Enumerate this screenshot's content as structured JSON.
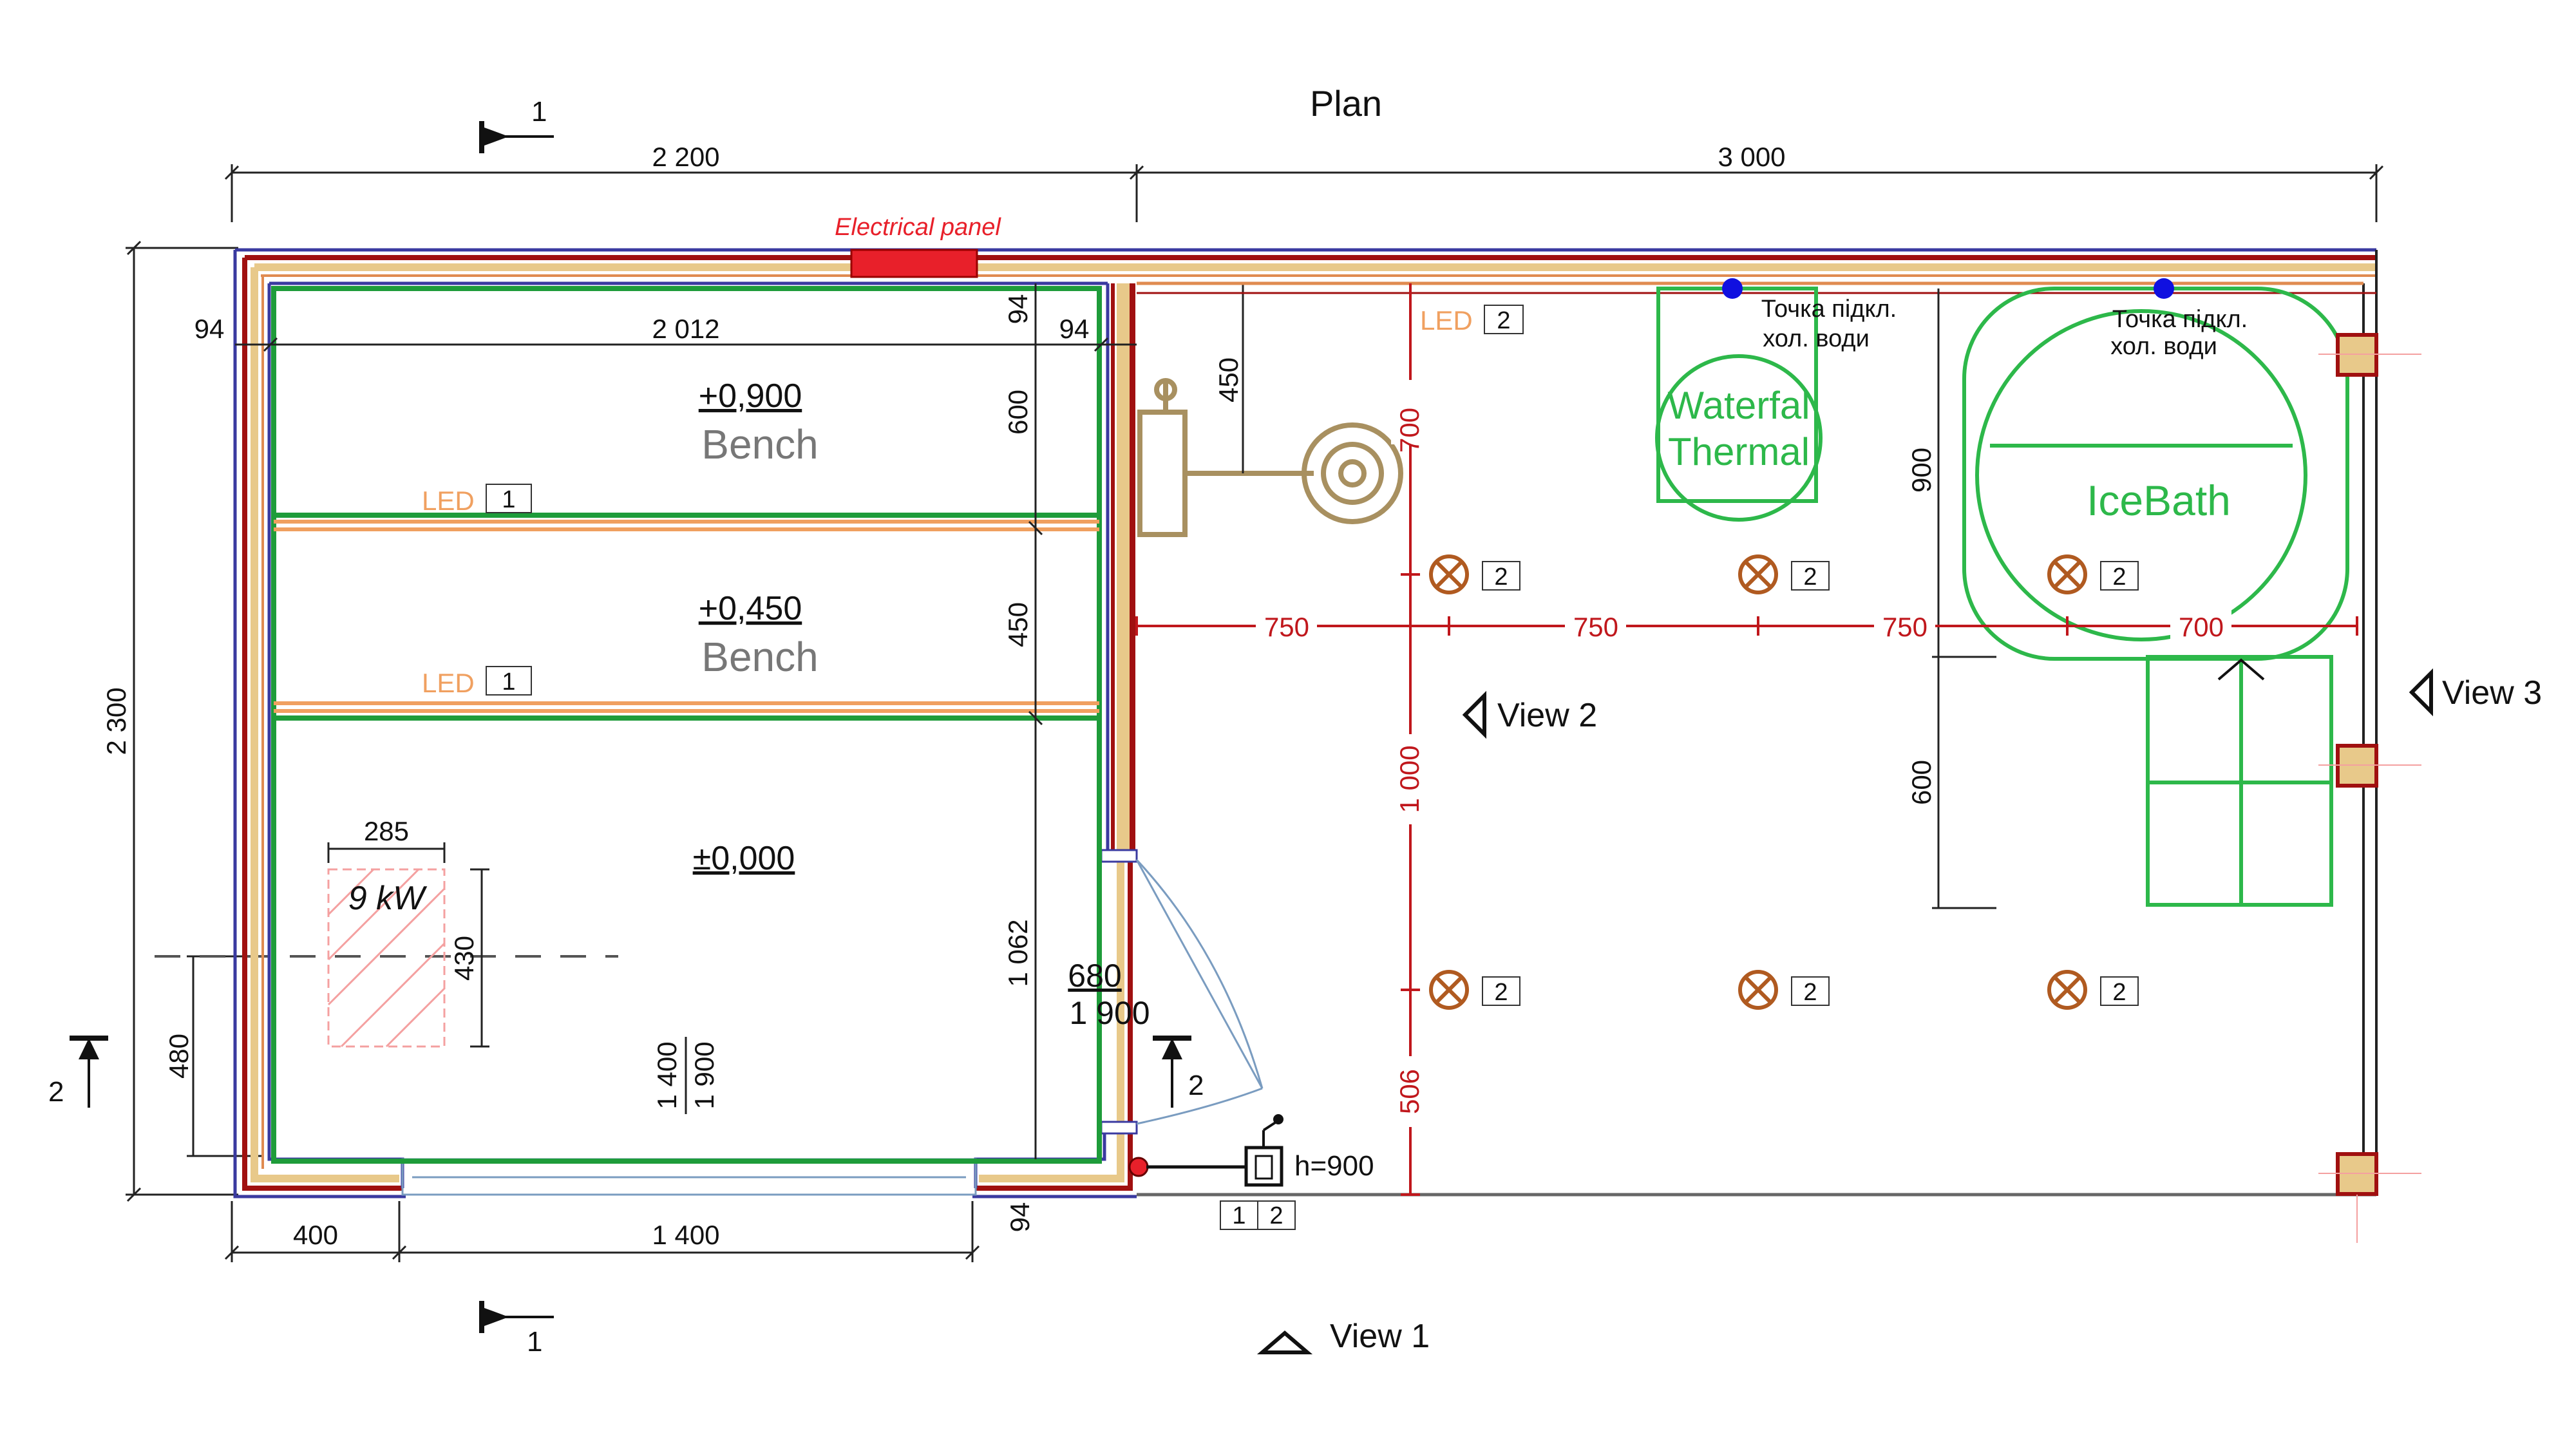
{
  "title": "Plan",
  "electrical_panel": "Electrical panel",
  "dims": {
    "top_left": "2 200",
    "top_right": "3 000",
    "height": "2 300",
    "left_94": "94",
    "inner_2012": "2 012",
    "mid_94_a": "94",
    "mid_94_b": "94",
    "v_600": "600",
    "v_450": "450",
    "v_1062": "1 062",
    "v_480": "480",
    "heater_285": "285",
    "heater_430": "430",
    "bottom_400": "400",
    "bottom_1400": "1 400",
    "bottom_94": "94",
    "door_h_1400": "1 400",
    "door_h_1900": "1 900",
    "door_680": "680",
    "door_1900": "1 900",
    "shower_450": "450",
    "r_700_top": "700",
    "r_1000": "1 000",
    "r_506": "506",
    "r_750_a": "750",
    "r_750_b": "750",
    "r_750_c": "750",
    "r_700": "700",
    "r_900": "900",
    "r_600": "600",
    "h900": "h=900"
  },
  "benches": [
    {
      "level": "+0,900",
      "name": "Bench"
    },
    {
      "level": "+0,450",
      "name": "Bench"
    }
  ],
  "floor_level": "±0,000",
  "heater": "9 kW",
  "led": {
    "label": "LED",
    "tag1": "1",
    "tag2": "2"
  },
  "light_tag": "2",
  "water_point": {
    "line1": "Точка підкл.",
    "line2": "хол. води"
  },
  "waterfall": {
    "line1": "Waterfal",
    "line2": "Thermal"
  },
  "icebath": "IceBath",
  "views": {
    "v1": "View 1",
    "v2": "View 2",
    "v3": "View 3"
  },
  "sections": {
    "s1": "1",
    "s2": "2",
    "s2b": "2"
  },
  "switch_tags": {
    "a": "1",
    "b": "2"
  },
  "colors": {
    "wall_blue": "#3a3aa0",
    "wall_red": "#a01010",
    "insul": "#e8c98a",
    "green": "#2db84a",
    "led_orange": "#f0a060",
    "dim_red": "#c0171c",
    "brown": "#b05a20",
    "gold": "#b8a070"
  }
}
